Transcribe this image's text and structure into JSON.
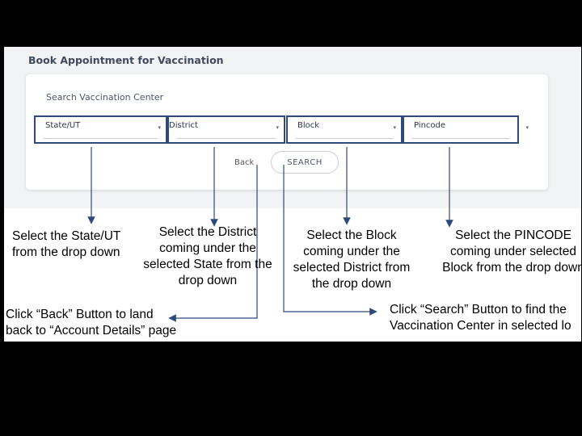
{
  "page": {
    "title": "Book Appointment for Vaccination"
  },
  "search_card": {
    "title": "Search Vaccination Center",
    "dropdowns": {
      "state": "State/UT",
      "district": "District",
      "block": "Block",
      "pincode": "Pincode"
    },
    "back_label": "Back",
    "search_label": "SEARCH"
  },
  "annotations": {
    "state": [
      "Select the State/UT",
      "from the drop down"
    ],
    "district": [
      "Select the District",
      "coming under the",
      "selected State from the",
      "drop down"
    ],
    "block": [
      "Select the Block",
      "coming under the",
      "selected District from",
      "the drop down"
    ],
    "pincode": [
      "Select the PINCODE",
      "coming under selected",
      "Block from the drop down"
    ],
    "back": [
      "Click “Back” Button to land",
      "back to “Account Details” page"
    ],
    "search": [
      "Click “Search” Button to find the",
      "Vaccination Center in selected lo"
    ]
  },
  "colors": {
    "frame_border": "#2f4a7a",
    "arrow": "#2f4a7a",
    "background": "#000000"
  },
  "icons": {
    "dropdown_caret": "▾"
  }
}
